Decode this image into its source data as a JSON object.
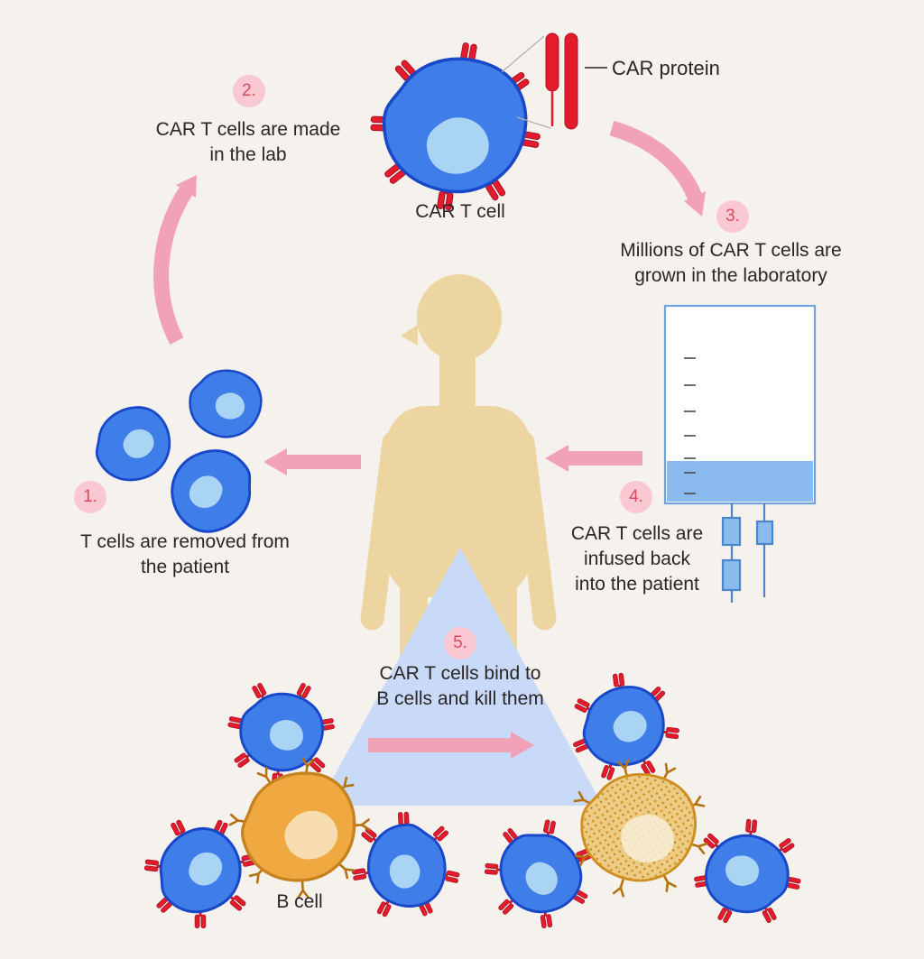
{
  "steps": [
    {
      "num": "1.",
      "lines": [
        "T cells are removed from",
        "the patient"
      ]
    },
    {
      "num": "2.",
      "lines": [
        "CAR T cells are made",
        "in the lab"
      ]
    },
    {
      "num": "3.",
      "lines": [
        "Millions of CAR T cells are",
        "grown in the laboratory"
      ]
    },
    {
      "num": "4.",
      "lines": [
        "CAR T cells are",
        "infused back",
        "into the patient"
      ]
    },
    {
      "num": "5.",
      "lines": [
        "CAR T cells bind to",
        "B cells and kill them"
      ]
    }
  ],
  "labels": {
    "car_t_cell": "CAR T cell",
    "car_protein": "CAR protein",
    "b_cell": "B cell"
  },
  "colors": {
    "background": "#f5f1ec",
    "t_cell_fill": "#3f7de8",
    "t_cell_stroke": "#1848c8",
    "nucleus_blue": "#aad4f4",
    "receptor_red": "#e31b2d",
    "arrow_pink": "#f2a2b6",
    "badge_bg": "#f9c8d3",
    "badge_text": "#d84a62",
    "body_skin": "#ecd5a0",
    "b_cell_fill": "#f0a840",
    "b_cell_stroke": "#c5821e",
    "triangle_blue": "#c9daf8",
    "iv_bag_outline": "#6fa3de",
    "iv_liquid": "#8abaee"
  }
}
